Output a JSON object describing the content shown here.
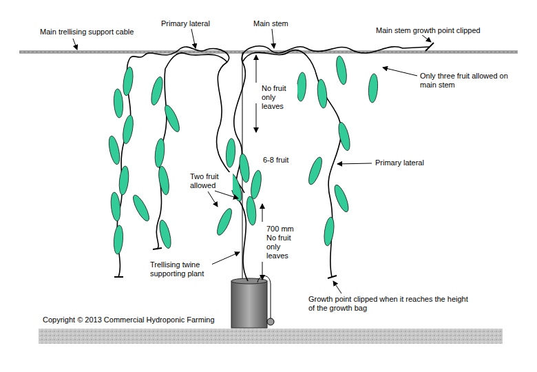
{
  "diagram": {
    "labels": [
      "Main trellising support cable",
      "Primary lateral",
      "Main stem",
      "Main stem growth point clipped",
      "Only three fruit allowed on main stem",
      "No fruit only leaves",
      "6-8 fruit",
      "Primary lateral",
      "Two fruit allowed",
      "700 mm No fruit only leaves",
      "Trellising twine supporting plant",
      "Growth point clipped when it reaches the height of the growth bag",
      "Copyright © 2013 Commercial Hydroponic Farming"
    ]
  }
}
